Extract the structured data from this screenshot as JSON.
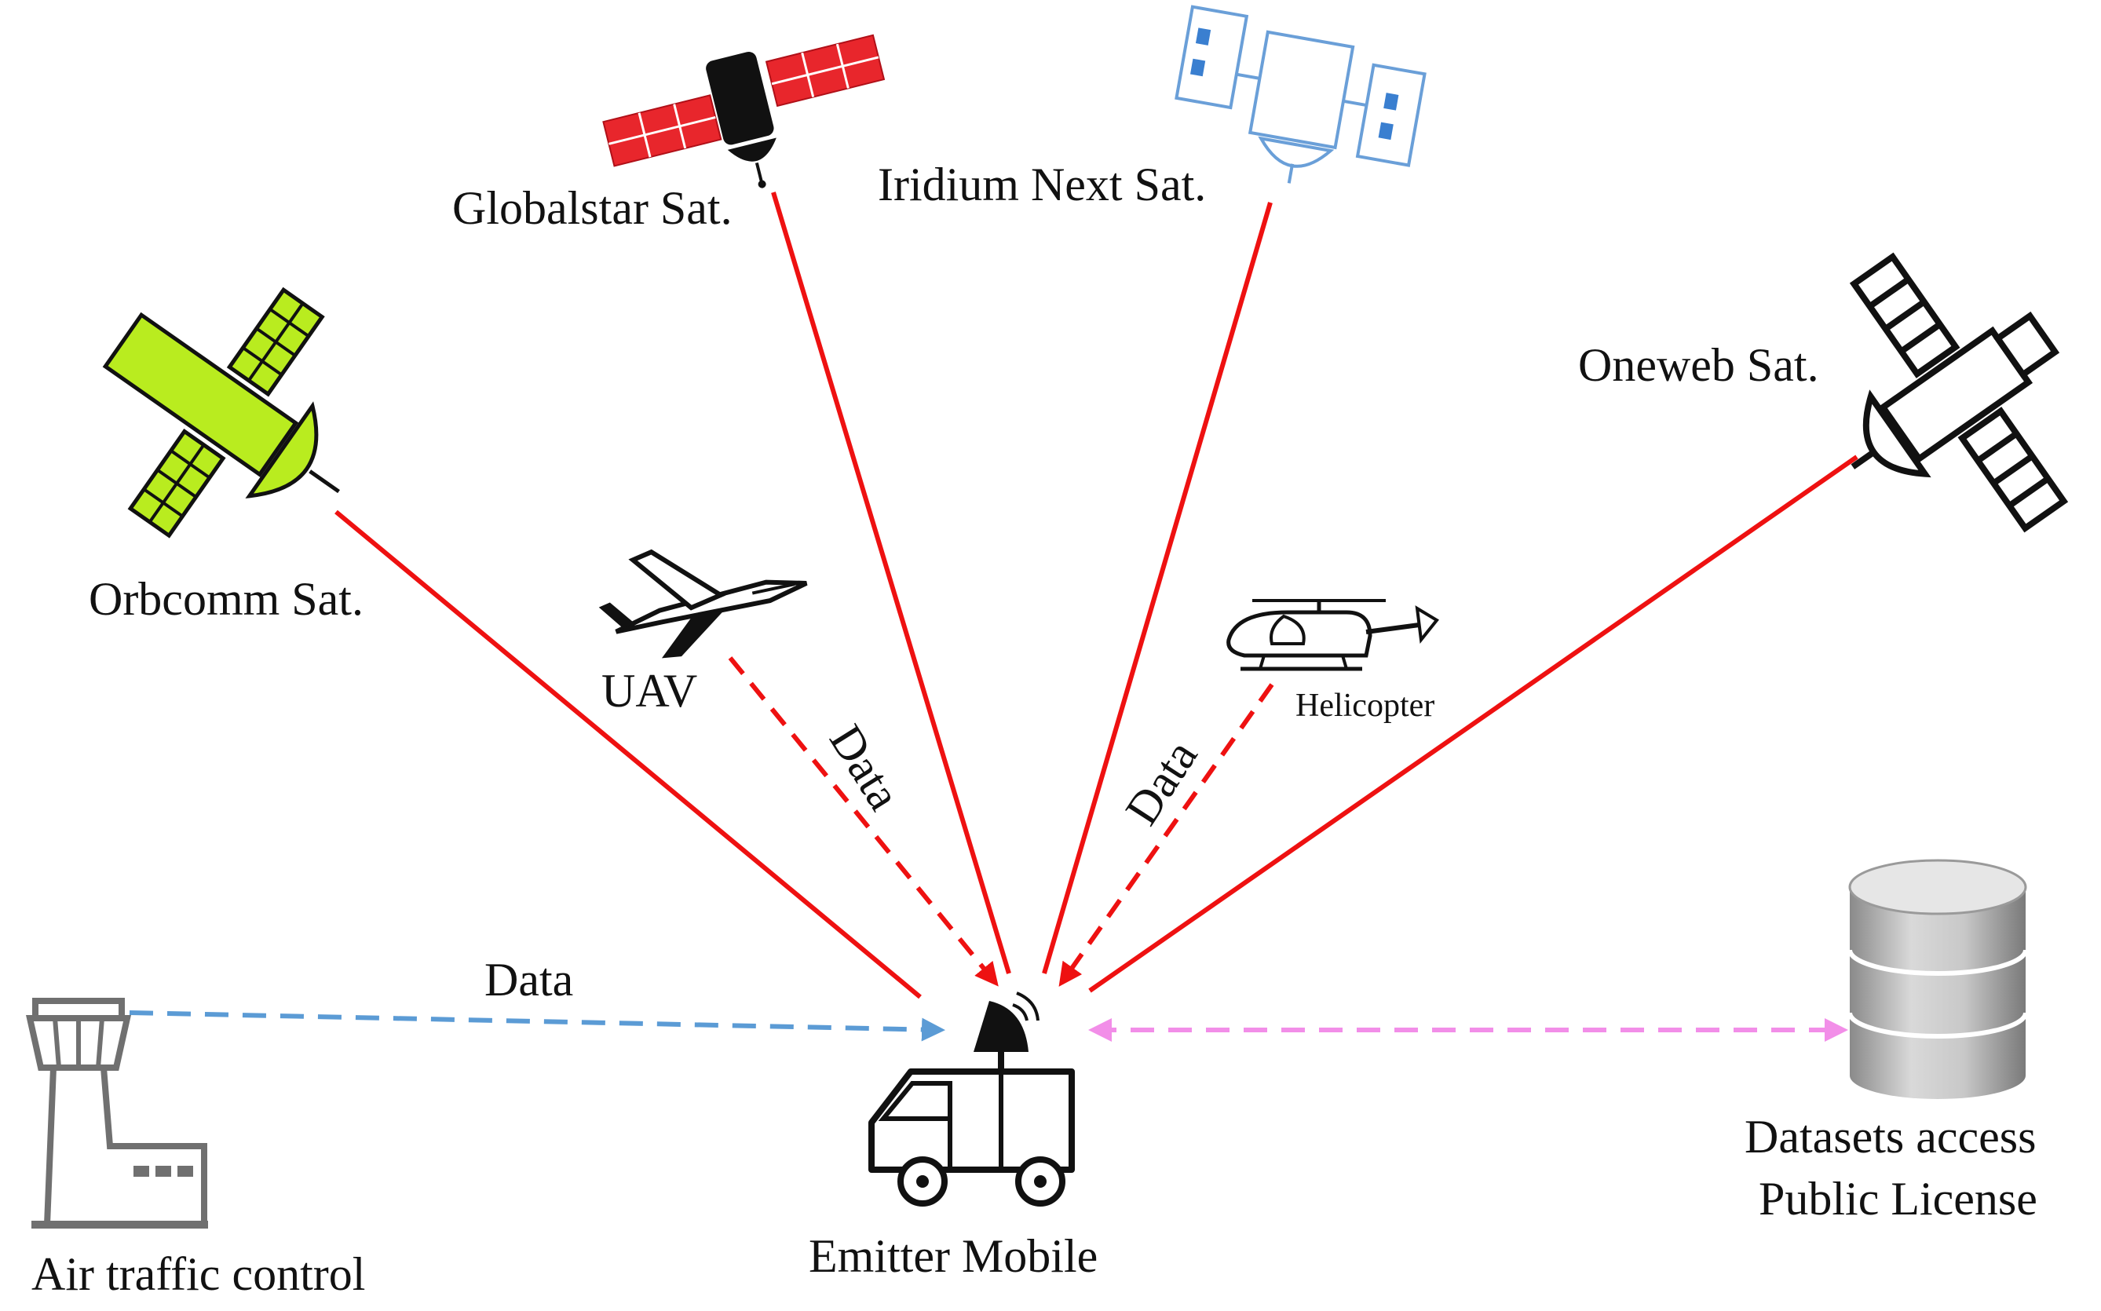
{
  "labels": {
    "globalstar": "Globalstar Sat.",
    "iridium": "Iridium Next Sat.",
    "orbcomm": "Orbcomm Sat.",
    "oneweb": "Oneweb Sat.",
    "uav": "UAV",
    "helicopter": "Helicopter",
    "data_uav": "Data",
    "data_heli": "Data",
    "data_atc": "Data",
    "emitter": "Emitter Mobile",
    "atc": "Air traffic control",
    "datasets_line1": "Datasets access",
    "datasets_line2": "Public License"
  },
  "colors": {
    "satellite_link": "#ee1111",
    "air_link": "#ee1111",
    "atc_link": "#5b9bd5",
    "dataset_link": "#f28ee8",
    "globalstar_panel": "#e8262c",
    "orbcomm_body": "#b9ec1f",
    "iridium_outline": "#6a9fd8",
    "iridium_fill": "#3a7fd0",
    "tower_gray": "#707070"
  },
  "icons": {
    "globalstar": "satellite-icon",
    "iridium": "satellite-icon",
    "orbcomm": "satellite-icon",
    "oneweb": "satellite-icon",
    "uav": "drone-plane-icon",
    "helicopter": "helicopter-icon",
    "emitter": "van-with-dish-icon",
    "atc": "control-tower-icon",
    "datasets": "database-icon"
  }
}
